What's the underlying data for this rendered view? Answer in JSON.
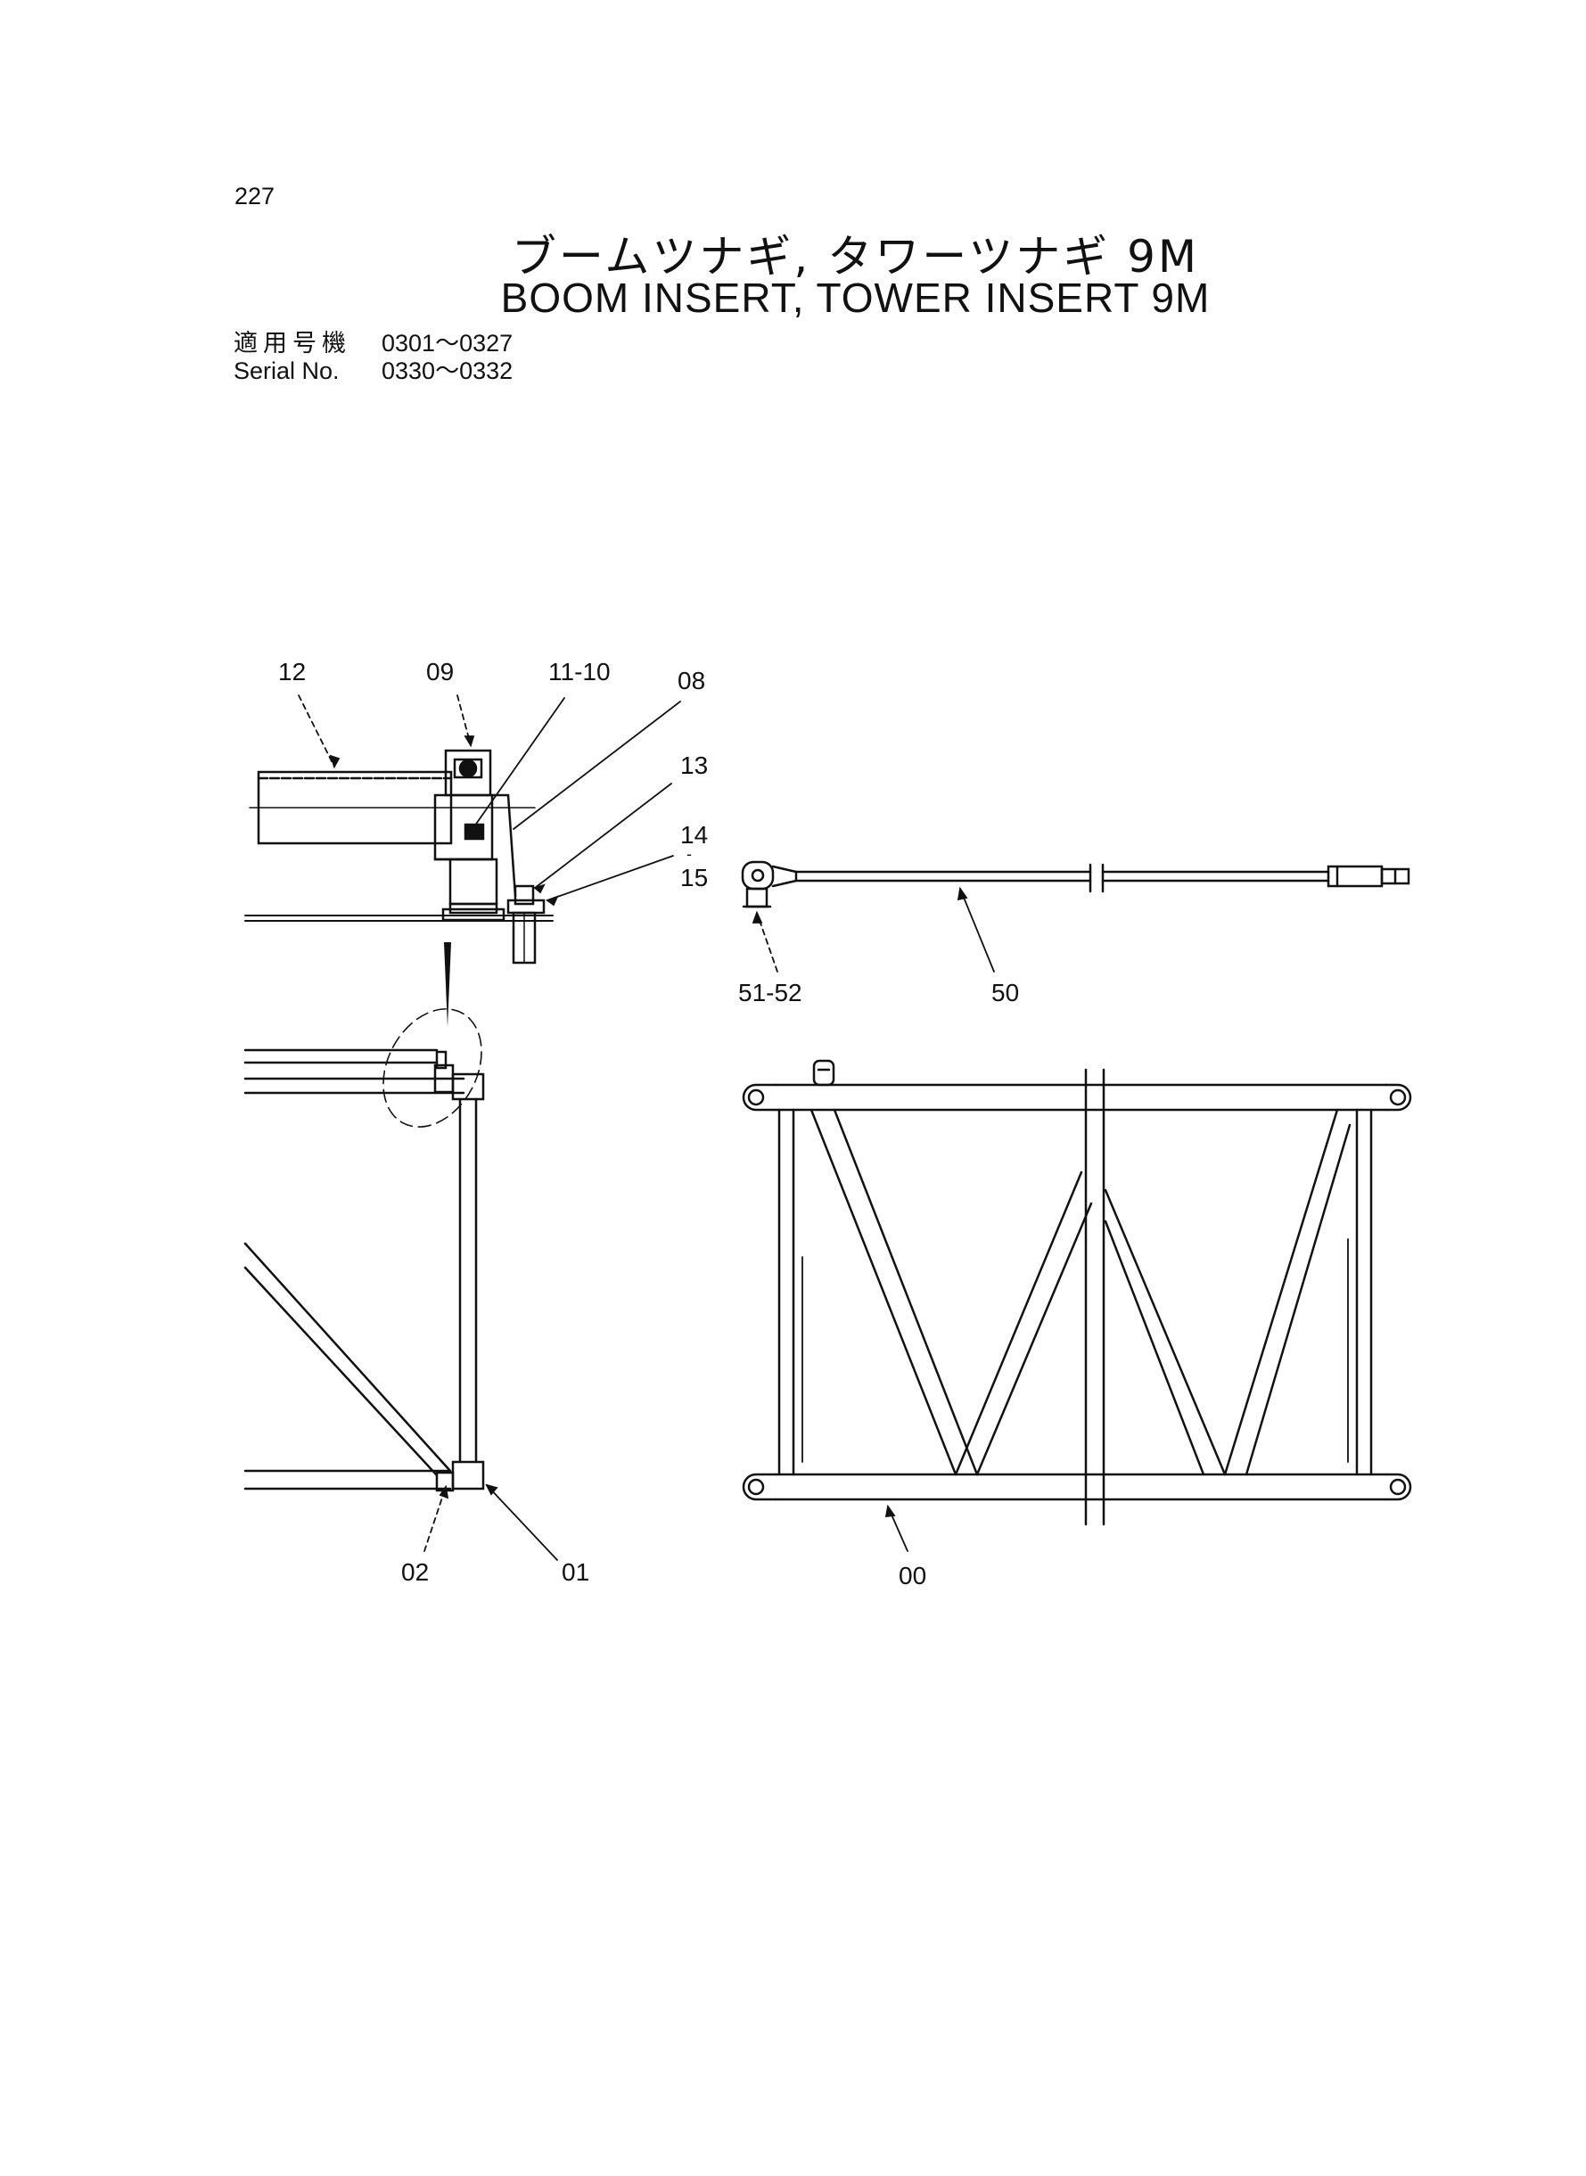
{
  "page_number": "227",
  "title_ja": "ブームツナギ, タワーツナギ 9M",
  "title_en": "BOOM INSERT, TOWER INSERT 9M",
  "serial": {
    "label_ja": "適用号機",
    "label_en": "Serial No.",
    "range_1": "0301～0327",
    "range_2": "0330～0332"
  },
  "callouts": {
    "c12": "12",
    "c09": "09",
    "c11_10": "11-10",
    "c08": "08",
    "c13": "13",
    "c14": "14",
    "c_dash": "-",
    "c15": "15",
    "c51_52": "51-52",
    "c50": "50",
    "c02": "02",
    "c01": "01",
    "c00": "00"
  }
}
